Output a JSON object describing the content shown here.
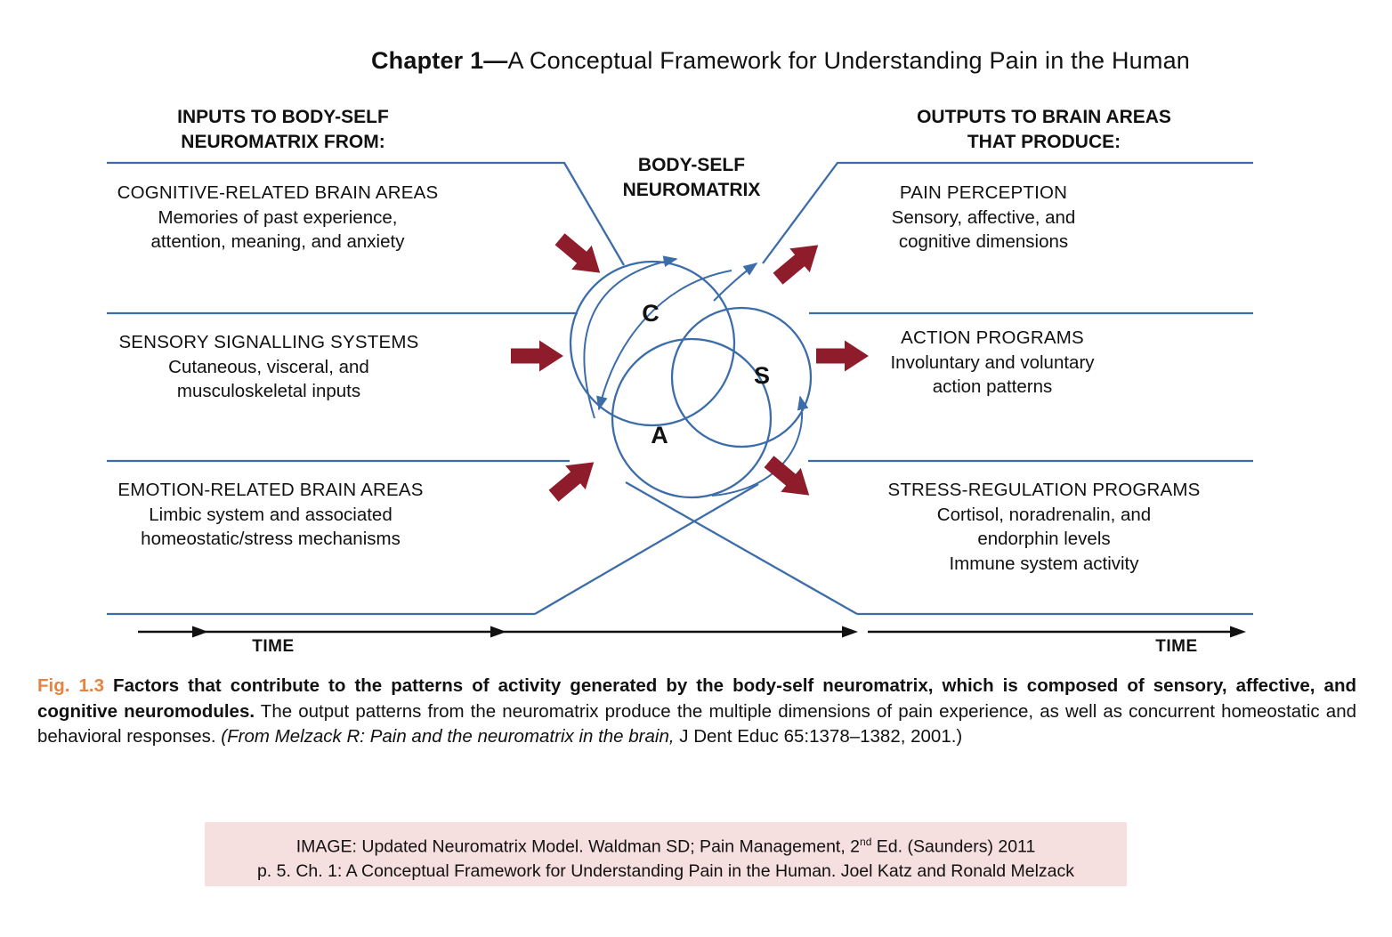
{
  "title": {
    "chapter": "Chapter 1—",
    "rest": "A Conceptual Framework for Understanding Pain in the Human"
  },
  "headers": {
    "inputs_line1": "INPUTS TO BODY-SELF",
    "inputs_line2": "NEUROMATRIX FROM:",
    "outputs_line1": "OUTPUTS TO BRAIN AREAS",
    "outputs_line2": "THAT PRODUCE:",
    "center_line1": "BODY-SELF",
    "center_line2": "NEUROMATRIX"
  },
  "inputs": [
    {
      "title": "COGNITIVE-RELATED BRAIN AREAS",
      "lines": [
        "Memories of past experience,",
        "attention, meaning, and anxiety"
      ]
    },
    {
      "title": "SENSORY SIGNALLING SYSTEMS",
      "lines": [
        "Cutaneous, visceral, and",
        "musculoskeletal inputs"
      ]
    },
    {
      "title": "EMOTION-RELATED BRAIN AREAS",
      "lines": [
        "Limbic system and associated",
        "homeostatic/stress mechanisms"
      ]
    }
  ],
  "outputs": [
    {
      "title": "PAIN PERCEPTION",
      "lines": [
        "Sensory, affective, and",
        "cognitive dimensions"
      ]
    },
    {
      "title": "ACTION PROGRAMS",
      "lines": [
        "Involuntary and voluntary",
        "action patterns"
      ]
    },
    {
      "title": "STRESS-REGULATION PROGRAMS",
      "lines": [
        "Cortisol, noradrenalin, and",
        "endorphin levels",
        "Immune system activity"
      ]
    }
  ],
  "neuromatrix": {
    "c": "C",
    "s": "S",
    "a": "A"
  },
  "timeline": {
    "left_label": "TIME",
    "right_label": "TIME"
  },
  "caption": {
    "fig": "Fig. 1.3",
    "bold": " Factors that contribute to the patterns of activity generated by the body-self neuromatrix, which is composed of sensory, affective, and cognitive neuromodules.",
    "normal": " The output patterns from the neuromatrix produce the multiple dimensions of pain experience, as well as concurrent homeostatic and behavioral responses. ",
    "italic": "(From Melzack R: Pain and the neuromatrix in the brain,",
    "ref": " J Dent Educ 65:1378–1382, 2001.)"
  },
  "credit": {
    "line1_pre": "IMAGE: Updated Neuromatrix Model. Waldman SD; Pain Management, 2",
    "line1_sup": "nd",
    "line1_post": " Ed. (Saunders) 2011",
    "line2": "p. 5. Ch. 1: A Conceptual Framework for Understanding Pain in the Human. Joel Katz and Ronald Melzack"
  },
  "colors": {
    "line_blue": "#3d6da8",
    "arrow_red": "#8e1c2b",
    "fig_orange": "#e8823f",
    "credit_bg": "#f6dfdf"
  }
}
